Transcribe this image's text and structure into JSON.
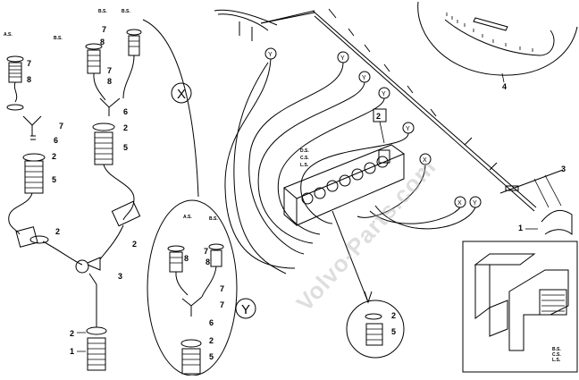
{
  "callouts": {
    "c1_left": "1",
    "c1_right": "1",
    "c2": "2",
    "c3": "3",
    "c4": "4",
    "c5": "5",
    "c6": "6",
    "c7": "7",
    "c8": "8",
    "c2_boxed": "2"
  },
  "sections": {
    "x_big": "X",
    "y_big": "Y",
    "x_small": "X",
    "y_small": "Y"
  },
  "spec_labels": {
    "line_a": "A.S.",
    "line_b": "B.S.",
    "line_ds": "D.S.",
    "line_cs": "C.S.",
    "line_ls": "L.S."
  },
  "watermark": "Volvo-Parts.com"
}
